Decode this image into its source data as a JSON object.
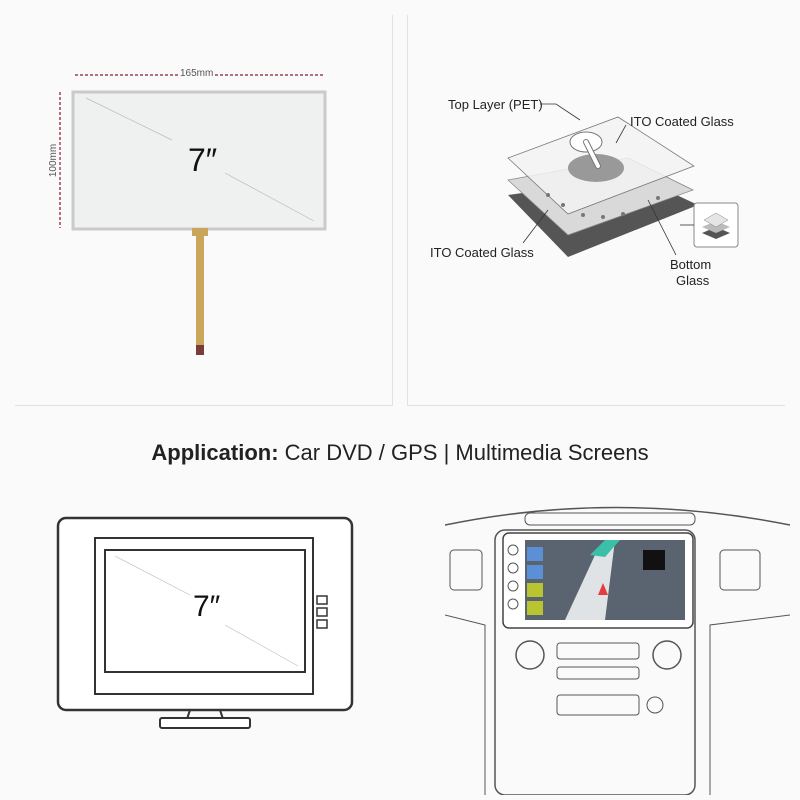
{
  "panel_spec": {
    "width_label": "165mm",
    "height_label": "100mm",
    "size_label": "7″"
  },
  "layer_diagram": {
    "labels": [
      "Top Layer (PET)",
      "ITO Coated Glass",
      "ITO Coated Glass",
      "Bottom",
      "Glass"
    ]
  },
  "headline": {
    "prefix": "Application:",
    "text": " Car DVD / GPS | Multimedia Screens"
  },
  "monitor": {
    "size_label": "7″"
  },
  "colors": {
    "dimension_line": "#a04050",
    "flex_cable": "#c9a65a"
  }
}
